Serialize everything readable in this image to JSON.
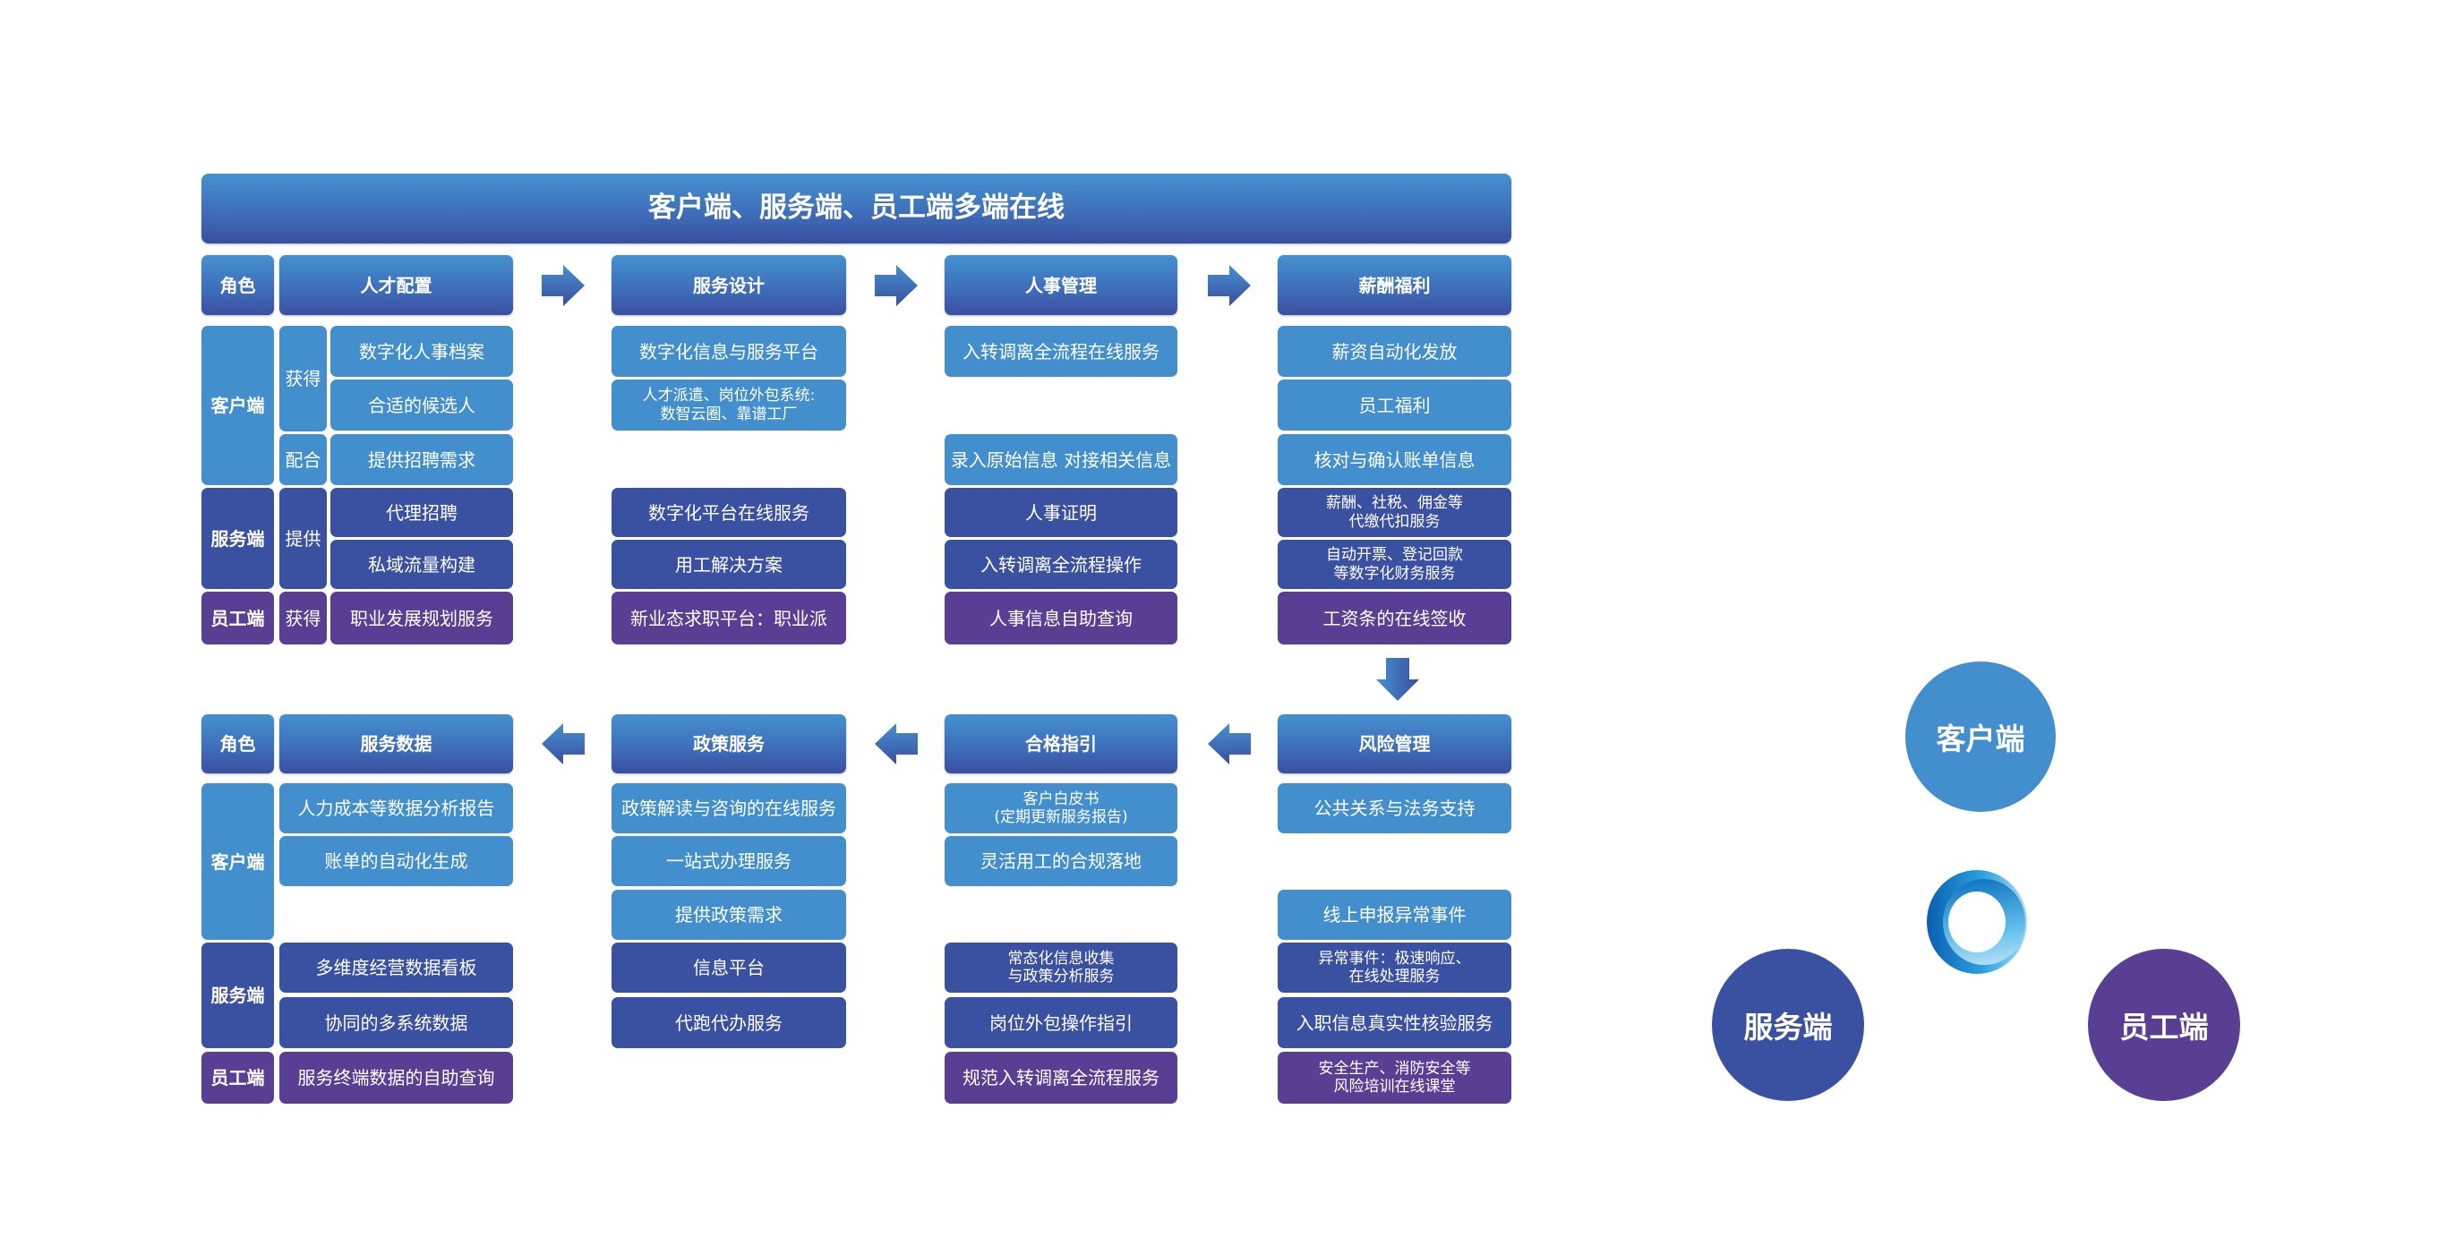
{
  "title": "客户端、服务端、员工端多端在线",
  "colors": {
    "client": "#438fcd",
    "server": "#3a50a0",
    "employee": "#583f94",
    "header_top": "#4591cf",
    "header_bottom": "#3a4fa0"
  },
  "top": {
    "role_header": "角色",
    "roles": {
      "client": "客户端",
      "server": "服务端",
      "employee": "员工端"
    },
    "verbs": {
      "client_get": "获得",
      "client_cooperate": "配合",
      "server_provide": "提供",
      "employee_get": "获得"
    },
    "stages": [
      {
        "name": "人才配置",
        "items": [
          "数字化人事档案",
          "合适的候选人",
          "提供招聘需求",
          "代理招聘",
          "私域流量构建",
          "职业发展规划服务"
        ]
      },
      {
        "name": "服务设计",
        "items": [
          "数字化信息与服务平台",
          "人才派遣、岗位外包系统:\n数智云圈、靠谱工厂",
          "",
          "数字化平台在线服务",
          "用工解决方案",
          "新业态求职平台：职业派"
        ]
      },
      {
        "name": "人事管理",
        "items": [
          "入转调离全流程在线服务",
          "",
          "录入原始信息 对接相关信息",
          "人事证明",
          "入转调离全流程操作",
          "人事信息自助查询"
        ]
      },
      {
        "name": "薪酬福利",
        "items": [
          "薪资自动化发放",
          "员工福利",
          "核对与确认账单信息",
          "薪酬、社税、佣金等\n代缴代扣服务",
          "自动开票、登记回款\n等数字化财务服务",
          "工资条的在线签收"
        ]
      }
    ]
  },
  "bottom": {
    "role_header": "角色",
    "roles": {
      "client": "客户端",
      "server": "服务端",
      "employee": "员工端"
    },
    "stages": [
      {
        "name": "服务数据",
        "items": [
          "人力成本等数据分析报告",
          "账单的自动化生成",
          "",
          "多维度经营数据看板",
          "协同的多系统数据",
          "服务终端数据的自助查询"
        ]
      },
      {
        "name": "政策服务",
        "items": [
          "政策解读与咨询的在线服务",
          "一站式办理服务",
          "提供政策需求",
          "信息平台",
          "代跑代办服务",
          ""
        ]
      },
      {
        "name": "合格指引",
        "items": [
          "客户白皮书\n(定期更新服务报告)",
          "灵活用工的合规落地",
          "",
          "常态化信息收集\n与政策分析服务",
          "岗位外包操作指引",
          "规范入转调离全流程服务"
        ]
      },
      {
        "name": "风险管理",
        "items": [
          "公共关系与法务支持",
          "",
          "线上申报异常事件",
          "异常事件：极速响应、\n在线处理服务",
          "入职信息真实性核验服务",
          "安全生产、消防安全等\n风险培训在线课堂"
        ]
      }
    ]
  },
  "legend": {
    "client": "客户端",
    "server": "服务端",
    "employee": "员工端",
    "center_icon": "ring-icon"
  }
}
